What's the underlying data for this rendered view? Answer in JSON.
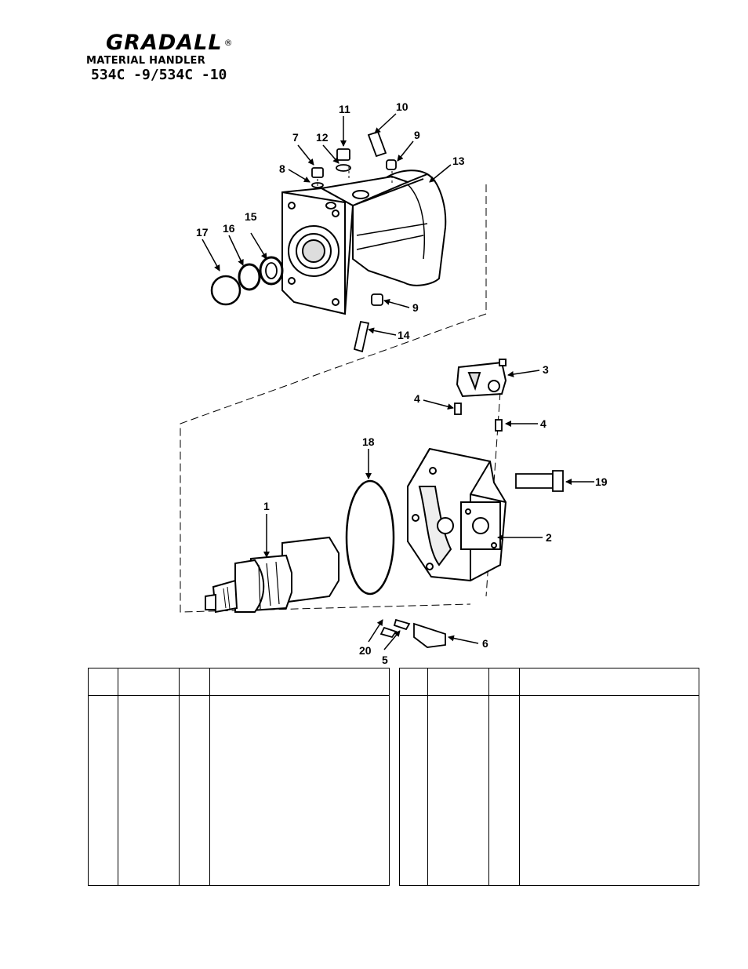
{
  "header": {
    "brand": "GRADALL",
    "registered": "®",
    "subtitle": "MATERIAL HANDLER",
    "model": "534C -9/534C -10"
  },
  "callouts": [
    "1",
    "2",
    "3",
    "4",
    "4",
    "5",
    "6",
    "7",
    "8",
    "9",
    "9",
    "10",
    "11",
    "12",
    "13",
    "14",
    "15",
    "16",
    "17",
    "18",
    "19",
    "20"
  ],
  "tables": {
    "left": {
      "headers": [
        "",
        "",
        "",
        ""
      ],
      "rows": []
    },
    "right": {
      "headers": [
        "",
        "",
        "",
        ""
      ],
      "rows": []
    }
  }
}
